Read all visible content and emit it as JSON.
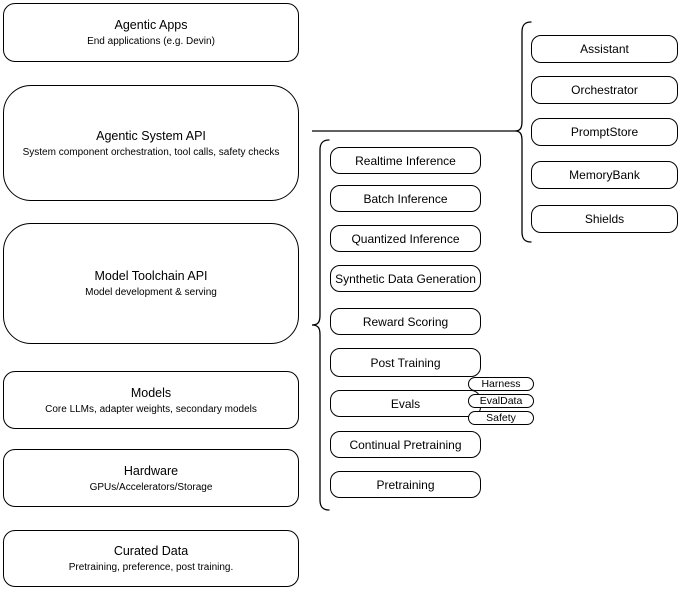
{
  "colors": {
    "stroke": "#000000",
    "fill": "#ffffff",
    "background": "#ffffff"
  },
  "left_column": [
    {
      "title": "Agentic Apps",
      "subtitle": "End applications (e.g. Devin)"
    },
    {
      "title": "Agentic System API",
      "subtitle": "System component orchestration, tool calls, safety checks"
    },
    {
      "title": "Model Toolchain API",
      "subtitle": "Model development & serving"
    },
    {
      "title": "Models",
      "subtitle": "Core LLMs, adapter weights, secondary models"
    },
    {
      "title": "Hardware",
      "subtitle": "GPUs/Accelerators/Storage"
    },
    {
      "title": "Curated Data",
      "subtitle": "Pretraining, preference, post training."
    }
  ],
  "toolchain_items": [
    "Realtime Inference",
    "Batch Inference",
    "Quantized Inference",
    "Synthetic Data Generation",
    "Reward Scoring",
    "Post Training",
    "Evals",
    "Continual Pretraining",
    "Pretraining"
  ],
  "evals_tags": [
    "Harness",
    "EvalData",
    "Safety"
  ],
  "system_components": [
    "Assistant",
    "Orchestrator",
    "PromptStore",
    "MemoryBank",
    "Shields"
  ]
}
